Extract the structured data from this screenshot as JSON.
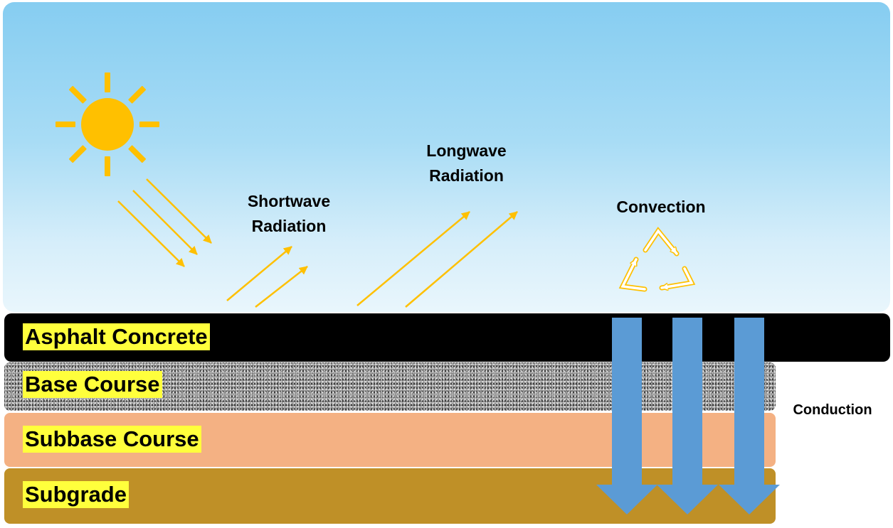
{
  "labels": {
    "shortwave": "Shortwave\nRadiation",
    "longwave": "Longwave\nRadiation",
    "convection": "Convection",
    "conduction": "Conduction"
  },
  "layers": {
    "asphalt": "Asphalt Concrete",
    "base": "Base Course",
    "subbase": "Subbase Course",
    "subgrade": "Subgrade"
  },
  "icons": {
    "sun": "sun-icon",
    "convection": "recycle-cycle-icon"
  },
  "colors": {
    "sun": "#ffc000",
    "radiation_arrows": "#ffc000",
    "conduction_arrows": "#5b9bd5",
    "asphalt": "#000000",
    "base": "#8f8f8f",
    "subbase": "#f4b183",
    "subgrade": "#bf9027",
    "label_highlight": "#ffff3c"
  }
}
